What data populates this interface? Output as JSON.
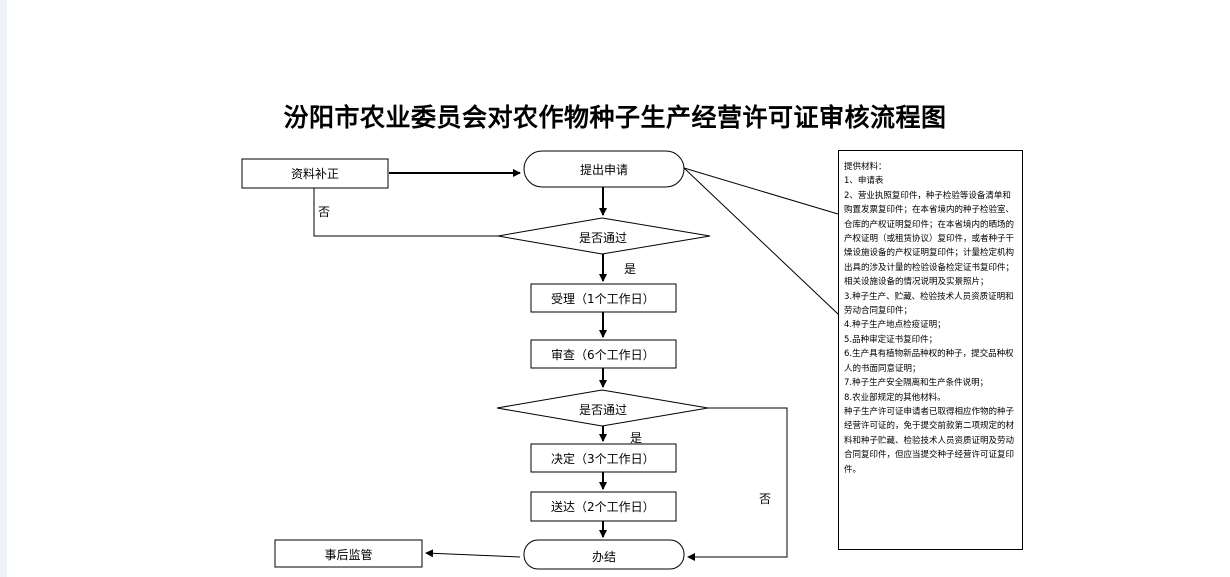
{
  "title": "汾阳市农业委员会对农作物种子生产经营许可证审核流程图",
  "nodes": {
    "submit": "提出申请",
    "supplement": "资料补正",
    "check1": "是否通过",
    "accept": "受理（1个工作日）",
    "review": "审查（6个工作日）",
    "check2": "是否通过",
    "decide": "决定（3个工作日）",
    "deliver": "送达（2个工作日）",
    "finish": "办结",
    "supervise": "事后监管"
  },
  "edges": {
    "no1": "否",
    "yes1": "是",
    "yes2": "是",
    "no2": "否"
  },
  "materials": [
    "提供材料：",
    "1、申请表",
    "2、营业执照复印件，种子检验等设备清单和购置发票复印件；在本省境内的种子检验室、仓库的产权证明复印件；在本省境内的晒场的产权证明（或租赁协议）复印件，或者种子干燥设施设备的产权证明复印件；计量检定机构出具的涉及计量的检验设备检定证书复印件；相关设施设备的情况说明及实景照片；",
    "3.种子生产、贮藏、检验技术人员资质证明和劳动合同复印件；",
    "4.种子生产地点检疫证明；",
    "5.品种审定证书复印件；",
    "6.生产具有植物新品种权的种子，提交品种权人的书面同意证明；",
    "7.种子生产安全隔离和生产条件说明；",
    "8.农业部规定的其他材料。",
    "种子生产许可证申请者已取得相应作物的种子经营许可证的，免于提交前款第二项规定的材料和种子贮藏、检验技术人员资质证明及劳动合同复印件，但应当提交种子经营许可证复印件。"
  ]
}
